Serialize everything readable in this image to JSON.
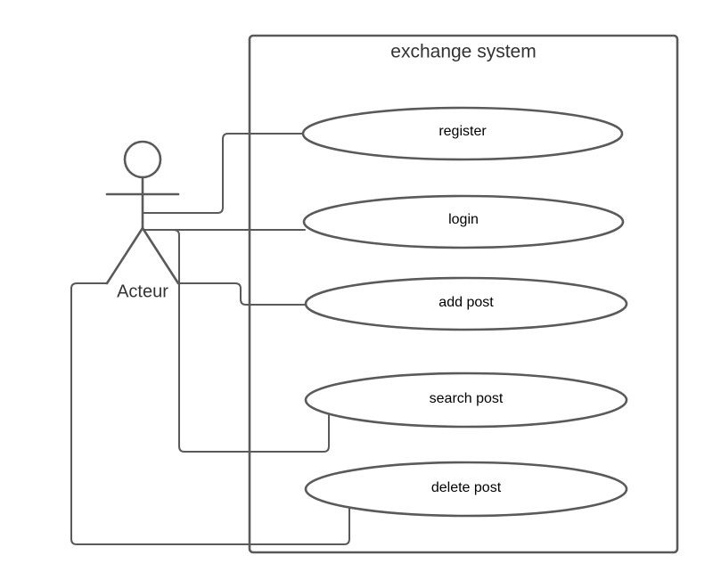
{
  "system": {
    "title": "exchange system"
  },
  "actor": {
    "label": "Acteur"
  },
  "use_cases": [
    {
      "id": "register",
      "label": "register"
    },
    {
      "id": "login",
      "label": "login"
    },
    {
      "id": "add-post",
      "label": "add post"
    },
    {
      "id": "search-post",
      "label": "search post"
    },
    {
      "id": "delete-post",
      "label": "delete post"
    }
  ],
  "associations": [
    {
      "from": "Acteur",
      "to": "register"
    },
    {
      "from": "Acteur",
      "to": "login"
    },
    {
      "from": "Acteur",
      "to": "add post"
    },
    {
      "from": "Acteur",
      "to": "search post"
    },
    {
      "from": "Acteur",
      "to": "delete post"
    }
  ],
  "colors": {
    "line": "#5a5a5a",
    "text": "#000000",
    "title_text": "#333333",
    "background": "#ffffff"
  }
}
